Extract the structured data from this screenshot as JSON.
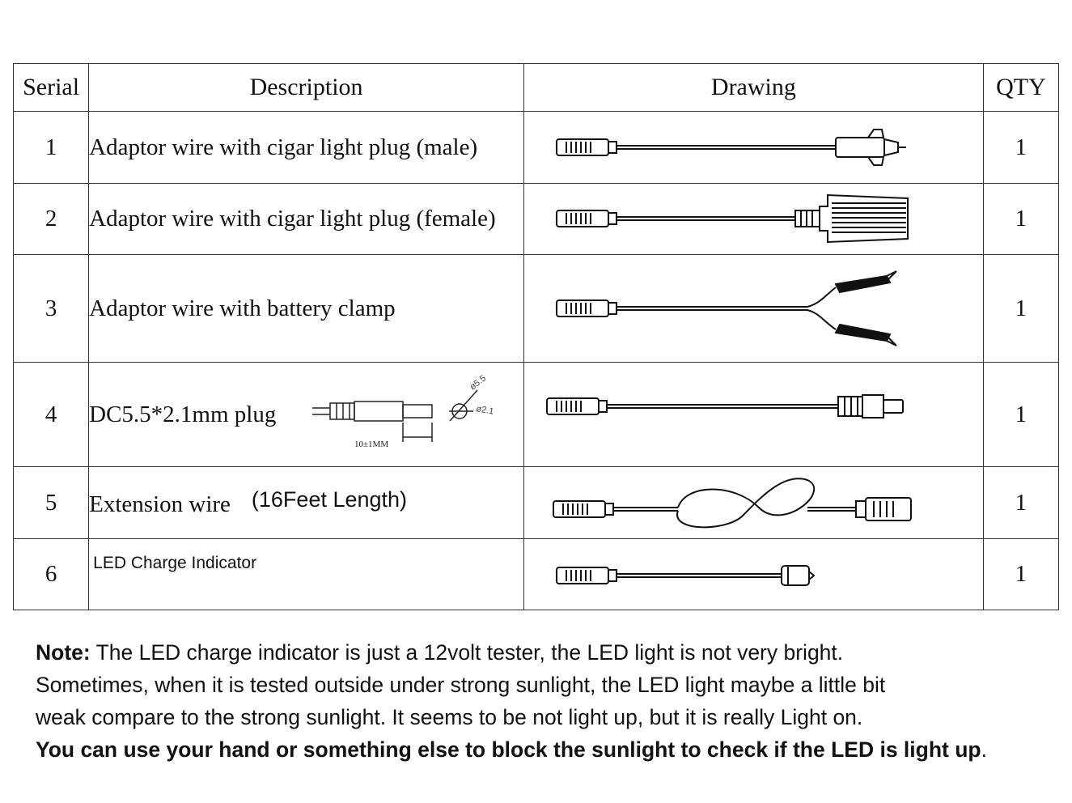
{
  "table": {
    "headers": {
      "serial": "Serial",
      "description": "Description",
      "drawing": "Drawing",
      "qty": "QTY"
    },
    "rows": [
      {
        "serial": "1",
        "description": "Adaptor wire with cigar light plug (male)",
        "qty": "1"
      },
      {
        "serial": "2",
        "description": "Adaptor wire with cigar light plug (female)",
        "qty": "1"
      },
      {
        "serial": "3",
        "description": "Adaptor wire with battery clamp",
        "qty": "1"
      },
      {
        "serial": "4",
        "description": "DC5.5*2.1mm plug",
        "dim_label": "10±1MM",
        "dia_outer": "ø5.5",
        "dia_inner": "ø2.1",
        "qty": "1"
      },
      {
        "serial": "5",
        "description": "Extension wire",
        "description_extra": "(16Feet Length)",
        "qty": "1"
      },
      {
        "serial": "6",
        "description": "LED Charge Indicator",
        "qty": "1"
      }
    ]
  },
  "note": {
    "label": "Note:",
    "line1": " The LED charge indicator is just a 12volt tester, the LED light is not very bright.",
    "line2": "Sometimes, when it is tested outside under strong sunlight, the LED light maybe a little bit",
    "line3": "weak compare to the strong sunlight. It seems to be not light up, but it is really Light on.",
    "bold_line": "You can use your hand or something else to block the sunlight to check if the LED is light up",
    "bold_tail": "."
  }
}
